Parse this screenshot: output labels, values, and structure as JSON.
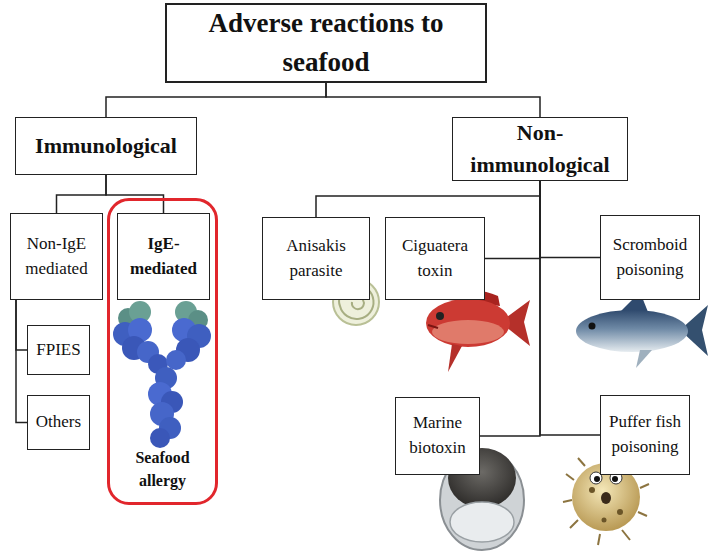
{
  "diagram": {
    "nodes": [
      {
        "text": [
          "Adverse reactions to seafood"
        ]
      },
      {
        "text": [
          "Immunological"
        ]
      },
      {
        "text": [
          "Non-immunological"
        ]
      },
      {
        "text": [
          "Non-IgE mediated"
        ]
      },
      {
        "text": [
          "Seafood allergy"
        ]
      },
      {
        "text": [
          "IgE- mediated"
        ],
        "in": 4
      },
      {
        "text": [
          "FPIES"
        ]
      },
      {
        "text": [
          "Others"
        ]
      },
      {
        "text": [
          "Anisakis parasite"
        ]
      },
      {
        "text": [
          "Ciguatera toxin"
        ]
      },
      {
        "text": [
          "Scromboid poisoning"
        ]
      },
      {
        "text": [
          "Marine biotoxin"
        ]
      },
      {
        "text": [
          "Puffer fish poisoning"
        ]
      }
    ],
    "edges": [
      {
        "from": 0,
        "to": 1,
        "arrow": "none"
      },
      {
        "from": 0,
        "to": 2,
        "arrow": "none"
      },
      {
        "from": 1,
        "to": 3,
        "arrow": "none"
      },
      {
        "from": 1,
        "to": 5,
        "arrow": "none"
      },
      {
        "from": 3,
        "to": 6,
        "arrow": "none"
      },
      {
        "from": 3,
        "to": 7,
        "arrow": "none"
      },
      {
        "from": 2,
        "to": 8,
        "arrow": "none"
      },
      {
        "from": 2,
        "to": 9,
        "arrow": "none"
      },
      {
        "from": 2,
        "to": 10,
        "arrow": "none"
      },
      {
        "from": 2,
        "to": 11,
        "arrow": "none"
      },
      {
        "from": 2,
        "to": 12,
        "arrow": "none"
      }
    ]
  }
}
